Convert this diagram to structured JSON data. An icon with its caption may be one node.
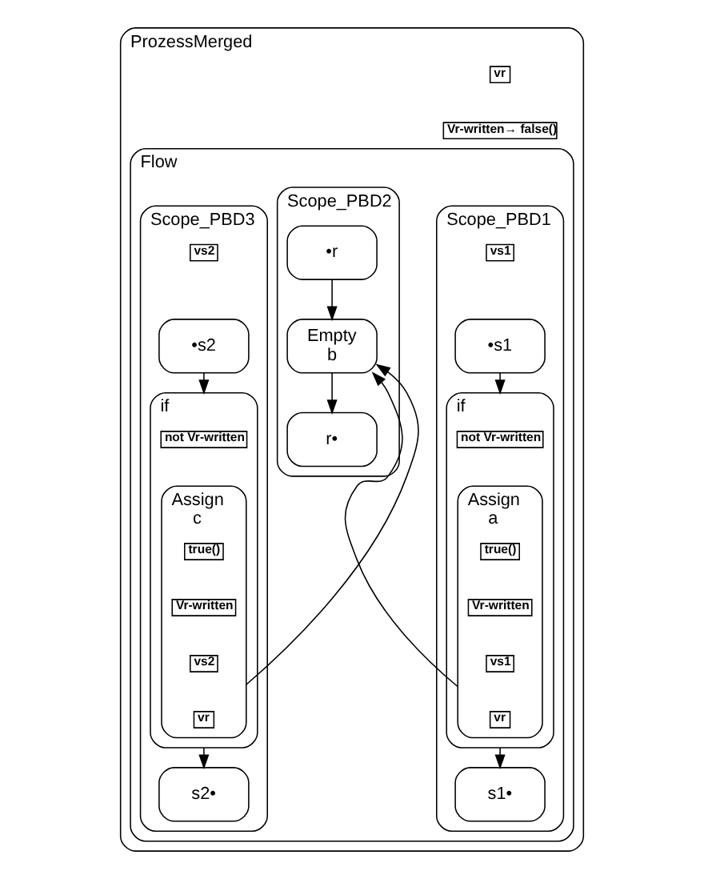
{
  "diagram": {
    "nodes": [
      {
        "text": [
          "ProzessMerged"
        ]
      },
      {
        "text": [
          "vr"
        ],
        "in": 0
      },
      {
        "text": [
          "Vr-written→ false()"
        ],
        "in": 0
      },
      {
        "text": [
          "Flow"
        ],
        "in": 0
      },
      {
        "text": [
          "Scope_PBD1"
        ],
        "in": 3
      },
      {
        "text": [
          "vs1"
        ],
        "in": 4
      },
      {
        "text": [
          "•s1"
        ],
        "in": 4
      },
      {
        "text": [
          "if"
        ],
        "in": 4
      },
      {
        "text": [
          "not Vr-written"
        ],
        "in": 7
      },
      {
        "text": [
          "Assign",
          "a"
        ],
        "in": 7
      },
      {
        "text": [
          "true()"
        ],
        "in": 9
      },
      {
        "text": [
          "Vr-written"
        ],
        "in": 9
      },
      {
        "text": [
          "vs1"
        ],
        "in": 9
      },
      {
        "text": [
          "vr"
        ],
        "in": 9
      },
      {
        "text": [
          "s1•"
        ],
        "in": 4
      },
      {
        "text": [
          "Scope_PBD2"
        ],
        "in": 3
      },
      {
        "text": [
          "•r"
        ],
        "in": 15
      },
      {
        "text": [
          "Empty",
          "b"
        ],
        "in": 15
      },
      {
        "text": [
          "r•"
        ],
        "in": 15
      },
      {
        "text": [
          "Scope_PBD3"
        ],
        "in": 3
      },
      {
        "text": [
          "vs2"
        ],
        "in": 19
      },
      {
        "text": [
          "•s2"
        ],
        "in": 19
      },
      {
        "text": [
          "if"
        ],
        "in": 19
      },
      {
        "text": [
          "not Vr-written"
        ],
        "in": 22
      },
      {
        "text": [
          "Assign",
          "c"
        ],
        "in": 22
      },
      {
        "text": [
          "true()"
        ],
        "in": 24
      },
      {
        "text": [
          "Vr-written"
        ],
        "in": 24
      },
      {
        "text": [
          "vs2"
        ],
        "in": 24
      },
      {
        "text": [
          "vr"
        ],
        "in": 24
      },
      {
        "text": [
          "s2•"
        ],
        "in": 19
      }
    ],
    "edges": [
      {
        "from": 6,
        "to": 7,
        "arrow": "to"
      },
      {
        "from": 7,
        "to": 14,
        "arrow": "to"
      },
      {
        "from": 16,
        "to": 17,
        "arrow": "to"
      },
      {
        "from": 17,
        "to": 18,
        "arrow": "to"
      },
      {
        "from": 21,
        "to": 22,
        "arrow": "to"
      },
      {
        "from": 22,
        "to": 29,
        "arrow": "to"
      },
      {
        "from": 9,
        "to": 17,
        "arrow": "to"
      },
      {
        "from": 24,
        "to": 17,
        "arrow": "to"
      }
    ]
  }
}
